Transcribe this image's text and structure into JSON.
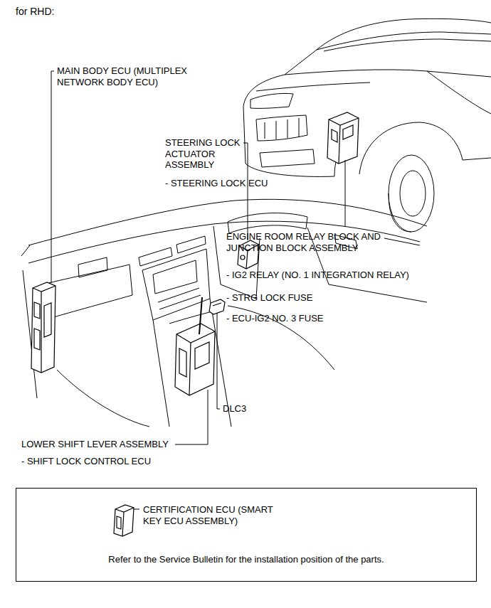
{
  "diagram": {
    "title": "for RHD:",
    "nodes": [
      {
        "text": [
          "CERTIFICATION ECU (SMART KEY ECU ASSEMBLY)",
          "Refer to the Service Bulletin for the installation position of the parts."
        ]
      }
    ],
    "labels": [
      "MAIN BODY ECU (MULTIPLEX NETWORK BODY ECU)",
      "STEERING LOCK ACTUATOR ASSEMBLY",
      "- STEERING LOCK ECU",
      "ENGINE ROOM RELAY BLOCK AND JUNCTION BLOCK ASSEMBLY",
      "- IG2 RELAY (NO. 1 INTEGRATION RELAY)",
      "- STRG LOCK FUSE",
      "- ECU-IG2 NO. 3 FUSE",
      "DLC3",
      "LOWER SHIFT LEVER ASSEMBLY",
      "- SHIFT LOCK CONTROL ECU"
    ]
  }
}
